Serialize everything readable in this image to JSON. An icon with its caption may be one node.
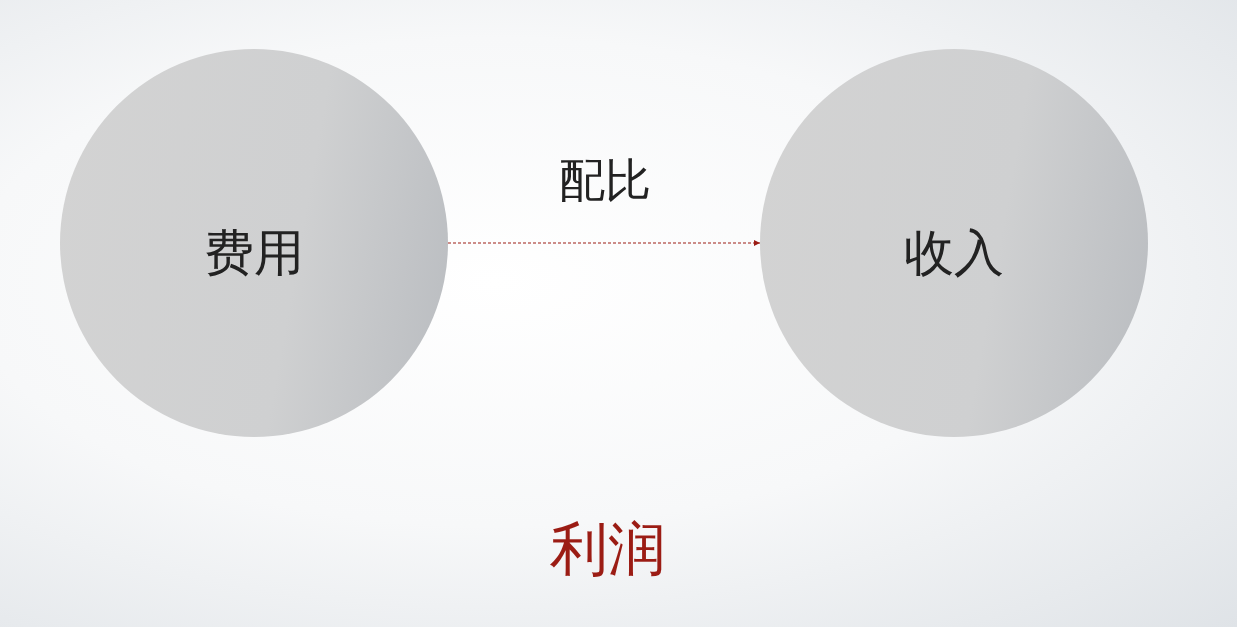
{
  "diagram": {
    "nodes": [
      {
        "text": [
          "费用"
        ]
      },
      {
        "text": [
          "收入"
        ]
      }
    ],
    "edges": [
      {
        "from": 0,
        "to": 1,
        "arrow": "to",
        "label": "配比",
        "style": "dashed",
        "color": "#9b1c14"
      }
    ],
    "labels": [
      "利润"
    ]
  }
}
